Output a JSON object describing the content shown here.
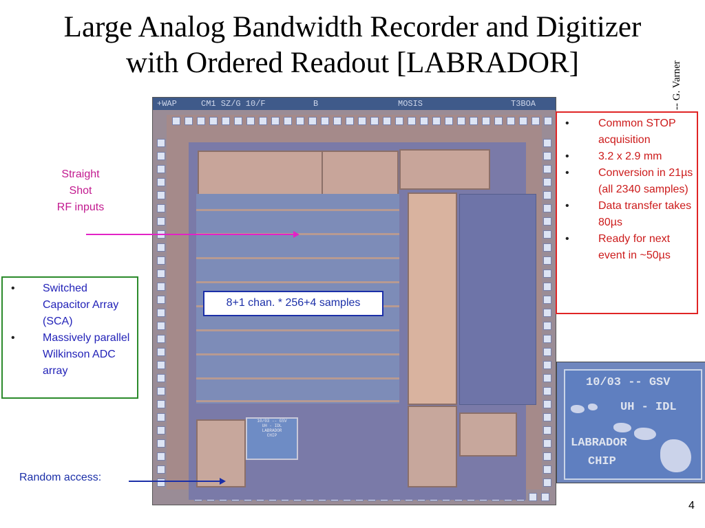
{
  "slide": {
    "title_line1": "Large Analog Bandwidth Recorder and Digitizer",
    "title_line2": "with Ordered Readout [LABRADOR]",
    "author": "-- G. Varner",
    "page_number": "4"
  },
  "callouts": {
    "straight_shot": [
      "Straight",
      "Shot",
      "RF inputs"
    ],
    "samples_box": "8+1 chan. * 256+4 samples",
    "random_access": "Random access:"
  },
  "left_bullets": [
    "Switched Capacitor Array (SCA)",
    "Massively parallel Wilkinson ADC array"
  ],
  "right_bullets": [
    "Common STOP acquisition",
    "3.2 x 2.9 mm",
    "Conversion in 21µs (all 2340 samples)",
    "Data transfer takes 80µs",
    "Ready for next event in ~50µs"
  ],
  "chip_photo": {
    "top_labels": [
      "+WAP",
      "CM1 SZ/G 10/F",
      "B",
      "MOSIS",
      "T3BOA"
    ],
    "logo_lines": [
      "10/03 -- GSV",
      "UH - IDL",
      "LABRADOR",
      "CHIP"
    ]
  },
  "zoom_photo": {
    "line1": "10/03 -- GSV",
    "line2": "UH - IDL",
    "line3": "LABRADOR",
    "line4": "CHIP"
  },
  "colors": {
    "green_border": "#2a8a2a",
    "red_border": "#e02424",
    "blue_text": "#1b2fa8",
    "magenta_text": "#c2198f"
  }
}
